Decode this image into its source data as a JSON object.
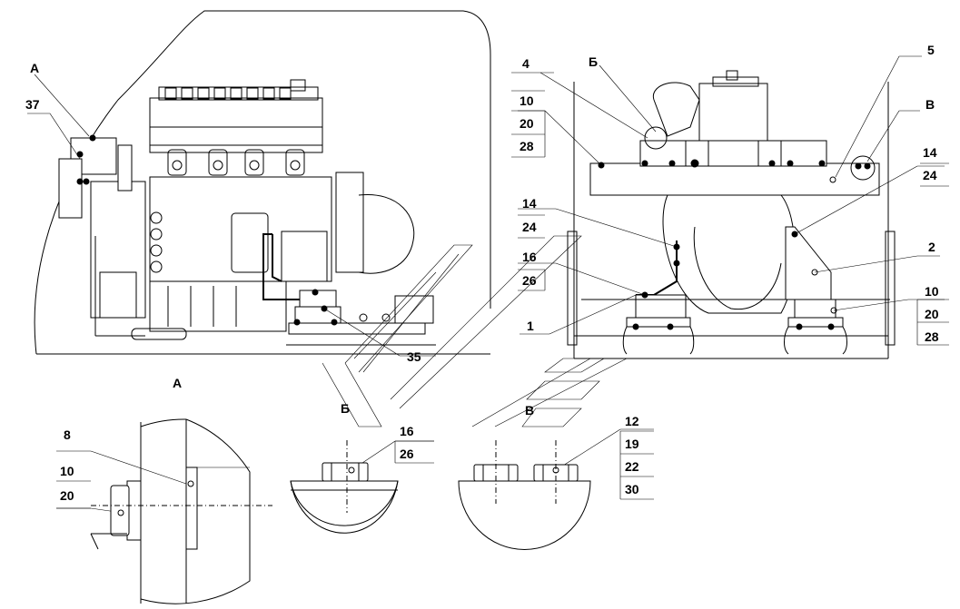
{
  "labels": {
    "view_a_callout": "А",
    "view_b_callout": "Б",
    "view_v_callout": "В",
    "part_37": "37",
    "part_35": "35",
    "part_4": "4",
    "part_10": "10",
    "part_20": "20",
    "part_28": "28",
    "part_5": "5",
    "part_14": "14",
    "part_24": "24",
    "part_16": "16",
    "part_26": "26",
    "part_1": "1",
    "part_2": "2",
    "part_8": "8",
    "part_12": "12",
    "part_19": "19",
    "part_22": "22",
    "part_30": "30"
  },
  "views": {
    "a_title": "А",
    "b_title": "Б",
    "v_title": "В"
  }
}
